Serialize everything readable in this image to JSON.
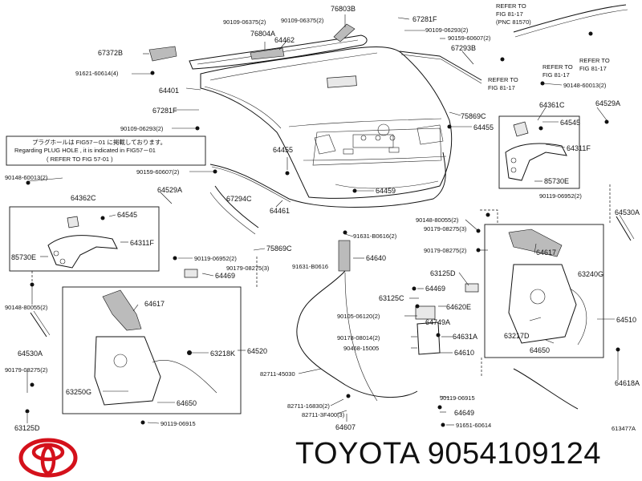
{
  "brand": {
    "name": "TOYOTA",
    "part_number": "9054109124",
    "logo": "toyota-logo"
  },
  "diagram_code": "613477A",
  "notice": {
    "jp": "プラグホールは FIG57－01 に掲載しております。",
    "en": "Regarding  PLUG HOLE , it is indicated in FIG57－01",
    "ref": "(  REFER TO FIG 57-01  )"
  },
  "refer_labels": {
    "top_right_1": "REFER TO",
    "top_right_2": "FIG 81-17",
    "top_right_3": "(PNC 81570)",
    "refer_a_1": "REFER TO",
    "refer_a_2": "FIG 81-17",
    "refer_b_1": "REFER TO",
    "refer_b_2": "FIG 81-17",
    "refer_c_1": "REFER TO",
    "refer_c_2": "FIG 81-17"
  },
  "parts": {
    "p76803B": "76803B",
    "p90109_06375_a": "90109-06375(2)",
    "p90109_06375_b": "90109-06375(2)",
    "p76804A": "76804A",
    "p64462": "64462",
    "p67281F_top": "67281F",
    "p90109_06293_top": "90109-06293(2)",
    "p90159_60607_top": "90159-60607(2)",
    "p67293B": "67293B",
    "p67372B": "67372B",
    "p91621_60614": "91621-60614(4)",
    "p64401": "64401",
    "p67281F_mid": "67281F",
    "p90109_06293_mid": "90109-06293(2)",
    "p90148_60013_r": "90148-60013(2)",
    "p64361C": "64361C",
    "p64529A_r": "64529A",
    "p75869C_top": "75869C",
    "p64455_r": "64455",
    "p64545_r": "64545",
    "p64311F_r": "64311F",
    "p85730E_r": "85730E",
    "p64455_mid": "64455",
    "p90159_60607_mid": "90159-60607(2)",
    "p90148_60013_l": "90148-60013(2)",
    "p64362C": "64362C",
    "p64529A_l": "64529A",
    "p67294C": "67294C",
    "p64461": "64461",
    "p64459": "64459",
    "p90119_06952_r": "90119-06952(2)",
    "p64530A_r": "64530A",
    "p64545_l": "64545",
    "p64311F_l": "64311F",
    "p85730E_l": "85730E",
    "p90148_80055_r": "90148-80055(2)",
    "p90179_08275_r1": "90179-08275(3)",
    "p91631_B0616_a": "91631-B0616(2)",
    "p75869C_mid": "75869C",
    "p90179_08275_r2": "90179-08275(2)",
    "p64617_r": "64617",
    "p90119_06952_l": "90119-06952(2)",
    "p90179_08275_c": "90179-08275(3)",
    "p91631_B0616_b": "91631-B0616",
    "p64640": "64640",
    "p63125D_r": "63125D",
    "p63240G": "63240G",
    "p64469_l": "64469",
    "p64469_c": "64469",
    "p63125C": "63125C",
    "p64620E": "64620E",
    "p90148_80055_l": "90148-80055(2)",
    "p64617_l": "64617",
    "p90105_06120": "90105-06120(2)",
    "p64749A": "64749A",
    "p63217D": "63217D",
    "p64510": "64510",
    "p90178_08014": "90178-08014(2)",
    "p64631A": "64631A",
    "p64650_r": "64650",
    "p64530A_l": "64530A",
    "p63218K": "63218K",
    "p64520": "64520",
    "p90468_15005": "90468-15005",
    "p64610": "64610",
    "p90179_08275_l": "90179-08275(2)",
    "p82711_45030": "82711-45030",
    "p64618A": "64618A",
    "p63250G": "63250G",
    "p64650_l": "64650",
    "p90119_06915_c": "90119-06915",
    "p82711_16830": "82711-16830(2)",
    "p64649": "64649",
    "p82711_3F400": "82711-3F400(3)",
    "p90119_06915_l": "90119-06915",
    "p91651_60614": "91651-60614",
    "p63125D_l": "63125D",
    "p64607": "64607"
  }
}
